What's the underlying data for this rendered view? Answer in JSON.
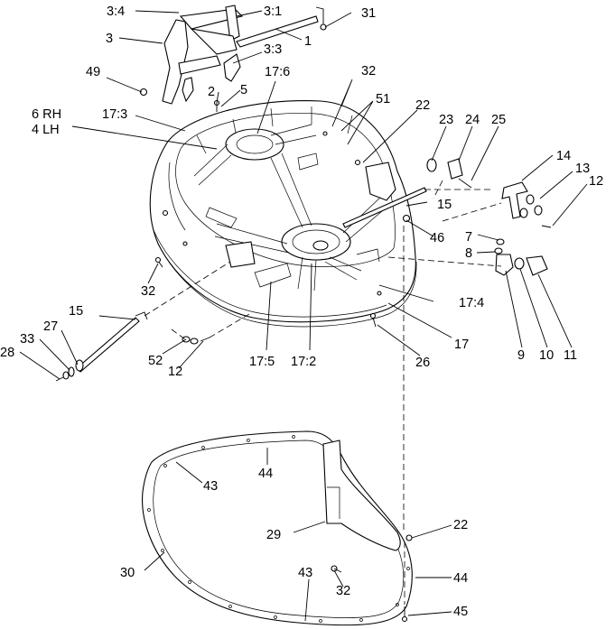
{
  "callouts": {
    "c_3_4": "3:4",
    "c_3_1": "3:1",
    "c_31": "31",
    "c_3": "3",
    "c_1": "1",
    "c_3_3": "3:3",
    "c_49": "49",
    "c_17_6": "17:6",
    "c_32_top": "32",
    "c_2": "2",
    "c_5": "5",
    "c_51": "51",
    "c_6rh": "6 RH",
    "c_4lh": "4 LH",
    "c_17_3": "17:3",
    "c_22_top": "22",
    "c_23": "23",
    "c_24": "24",
    "c_25": "25",
    "c_14": "14",
    "c_13": "13",
    "c_12_right": "12",
    "c_15_right": "15",
    "c_46": "46",
    "c_7": "7",
    "c_8": "8",
    "c_32_left": "32",
    "c_17_4": "17:4",
    "c_15_left": "15",
    "c_27": "27",
    "c_33": "33",
    "c_28": "28",
    "c_52": "52",
    "c_12_left": "12",
    "c_17_5": "17:5",
    "c_17_2": "17:2",
    "c_26": "26",
    "c_17": "17",
    "c_9": "9",
    "c_10": "10",
    "c_11": "11",
    "c_44_top": "44",
    "c_43_left": "43",
    "c_29": "29",
    "c_22_bottom": "22",
    "c_30": "30",
    "c_43_bottom": "43",
    "c_32_bottom": "32",
    "c_44_right": "44",
    "c_45": "45"
  }
}
